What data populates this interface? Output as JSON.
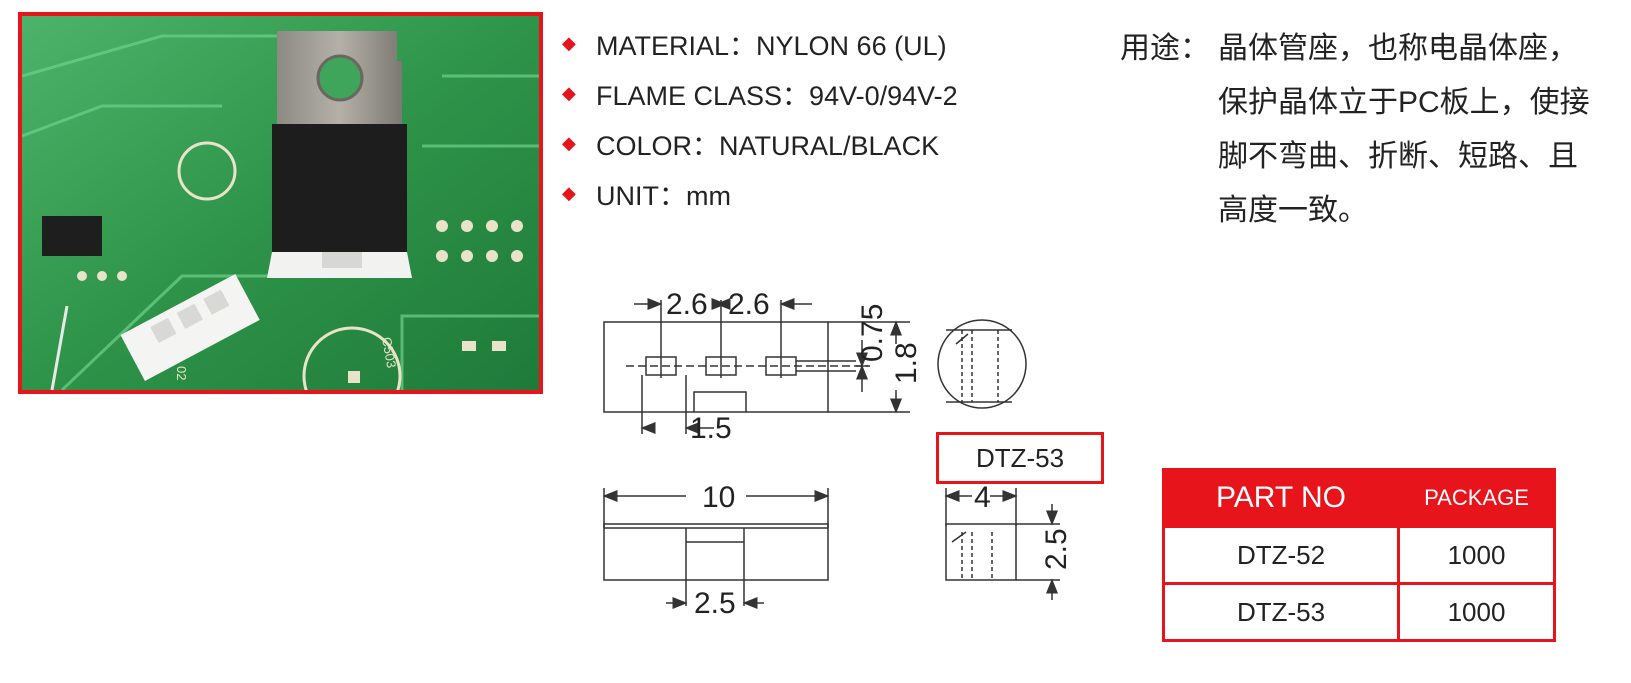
{
  "specs": [
    {
      "text": "MATERIAL：NYLON 66 (UL)"
    },
    {
      "text": "FLAME CLASS：94V-0/94V-2"
    },
    {
      "text": "COLOR：NATURAL/BLACK"
    },
    {
      "text": "UNIT：mm"
    }
  ],
  "usage": {
    "label": "用途：",
    "lines": [
      "晶体管座，也称电晶体座，",
      "保护晶体立于PC板上，使接",
      "脚不弯曲、折断、短路、且",
      "高度一致。"
    ]
  },
  "drawing": {
    "top_view": {
      "pitch_left": "2.6",
      "pitch_right": "2.6",
      "dim_075": "0.75",
      "dim_18": "1.8",
      "dim_15": "1.5"
    },
    "front_view": {
      "width": "10",
      "slot": "2.5"
    },
    "side_view": {
      "width": "4",
      "height": "2.5"
    },
    "model_label": "DTZ-53"
  },
  "photo": {
    "silk_a": "C503",
    "silk_b": "02"
  },
  "table": {
    "headers": [
      "PART NO",
      "PACKAGE"
    ],
    "rows": [
      {
        "part": "DTZ-52",
        "package": "1000"
      },
      {
        "part": "DTZ-53",
        "package": "1000"
      }
    ]
  },
  "colors": {
    "accent": "#e8141c",
    "pcb": "#2f9a4a"
  }
}
